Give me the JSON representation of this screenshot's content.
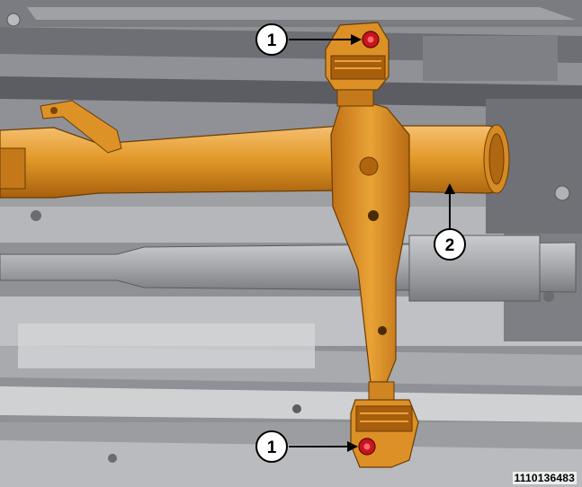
{
  "figure": {
    "figure_id": "1110136483",
    "callouts": [
      {
        "label": "1",
        "target": "upper-isolator-mount"
      },
      {
        "label": "2",
        "target": "crossmember"
      },
      {
        "label": "1",
        "target": "lower-isolator-mount"
      }
    ]
  },
  "colors": {
    "part_highlight": "#e39a2a",
    "part_shadow": "#b56a10",
    "fastener": "#c8141c",
    "background_structure": "#8e9095"
  }
}
